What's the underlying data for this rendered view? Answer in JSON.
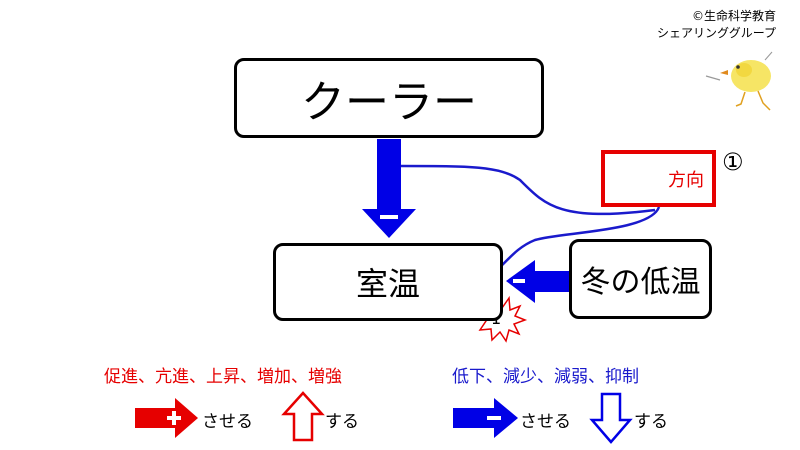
{
  "copyright": {
    "line1": "©生命科学教育",
    "line2": "シェアリンググループ"
  },
  "boxes": {
    "cooler": "クーラー",
    "room_temperature": "室温",
    "winter_low_temperature": "冬の低温",
    "direction": "方向",
    "direction_number": "①"
  },
  "arrows": {
    "minus_sign": "−",
    "star_number": "1"
  },
  "legend": {
    "promote_words": "促進、亢進、上昇、増加、増強",
    "suppress_words": "低下、減少、減弱、抑制",
    "cause_label": "させる",
    "do_label": "する"
  },
  "colors": {
    "red": "#e60000",
    "blue": "#0000e6",
    "black": "#000000"
  }
}
